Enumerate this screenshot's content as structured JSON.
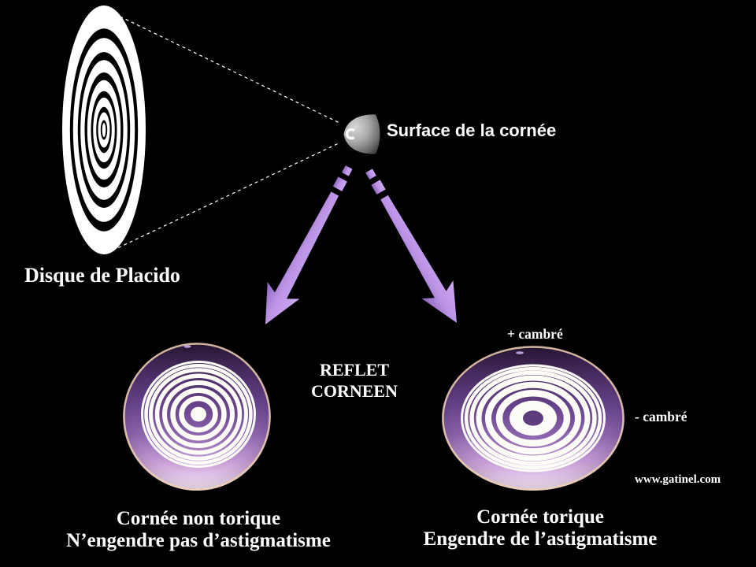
{
  "labels": {
    "surface": "Surface de la cornée",
    "placido": "Disque de Placido",
    "reflet_line1": "REFLET",
    "reflet_line2": "CORNEEN",
    "plus_cambre": "+ cambré",
    "minus_cambre": "- cambré",
    "website": "www.gatinel.com",
    "left_caption_line1": "Cornée non torique",
    "left_caption_line2": "N’engendre pas d’astigmatisme",
    "right_caption_line1": "Cornée torique",
    "right_caption_line2": "Engendre de l’astigmatisme"
  },
  "colors": {
    "background": "#000000",
    "text": "#ffffff",
    "arrow_purple_dark": "#8f66be",
    "arrow_purple_light": "#cda9f2",
    "sphere_purple_dark": "#2b1a3a",
    "sphere_purple_mid": "#66428a",
    "sphere_purple_bottom": "#f7ecf8",
    "rim_highlight": "#eecfae",
    "ring_white": "#fdfcf7",
    "cornea_gray": "#a9a9a9"
  }
}
